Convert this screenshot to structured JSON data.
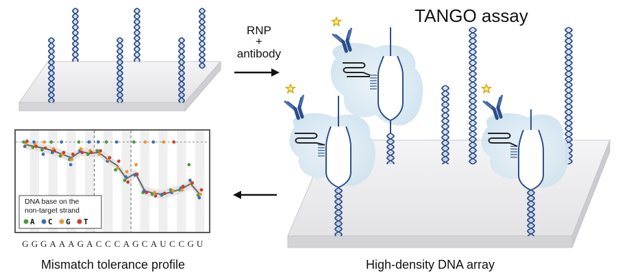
{
  "title": "TANGO assay",
  "step_label": {
    "line1": "RNP",
    "line2": "+",
    "line3": "antibody"
  },
  "caption_left": "Mismatch tolerance profile",
  "caption_right": "High-density DNA array",
  "legend": {
    "title_line1": "DNA base on the",
    "title_line2": "non-target strand",
    "items": [
      {
        "key": "A",
        "color": "#4a9a3a"
      },
      {
        "key": "C",
        "color": "#3a6fb5"
      },
      {
        "key": "G",
        "color": "#f0902a"
      },
      {
        "key": "T",
        "color": "#d03a2a"
      }
    ]
  },
  "sequence": [
    "G",
    "G",
    "G",
    "A",
    "A",
    "A",
    "G",
    "A",
    "C",
    "C",
    "C",
    "A",
    "G",
    "C",
    "A",
    "U",
    "C",
    "C",
    "G",
    "U"
  ],
  "colors": {
    "dna": "#2c4f8c",
    "antibody": "#2c4f8c",
    "rnp_blob": "#d7e7f1",
    "slide": "#e8e8ea",
    "star": "#f1c40f"
  },
  "chart_data": {
    "type": "scatter",
    "title": "",
    "xlabel": "",
    "ylabel": "",
    "x_categories": [
      "G",
      "G",
      "G",
      "A",
      "A",
      "A",
      "G",
      "A",
      "C",
      "C",
      "C",
      "A",
      "G",
      "C",
      "A",
      "U",
      "C",
      "C",
      "G",
      "U"
    ],
    "ylim": [
      0,
      1.1
    ],
    "reference_level": 1.0,
    "grid": "alternating-vertical-bands",
    "dashed_vertical_lines_after_position": [
      8,
      12
    ],
    "mean_line": [
      0.97,
      0.95,
      0.93,
      0.9,
      0.86,
      0.82,
      0.89,
      0.87,
      0.88,
      0.8,
      0.73,
      0.58,
      0.64,
      0.44,
      0.41,
      0.4,
      0.43,
      0.46,
      0.52,
      0.4
    ],
    "series": [
      {
        "name": "A",
        "values": [
          1.0,
          0.94,
          0.91,
          1.0,
          0.84,
          0.8,
          1.0,
          0.86,
          0.9,
          1.0,
          0.68,
          0.56,
          1.0,
          0.42,
          0.4,
          0.39,
          0.45,
          0.45,
          0.74,
          0.39
        ]
      },
      {
        "name": "C",
        "values": [
          0.95,
          1.0,
          0.86,
          0.88,
          1.0,
          0.74,
          0.9,
          1.0,
          1.0,
          0.78,
          1.0,
          0.6,
          0.62,
          0.44,
          1.0,
          0.4,
          0.42,
          0.47,
          0.56,
          0.36
        ]
      },
      {
        "name": "G",
        "values": [
          0.98,
          0.97,
          1.0,
          0.92,
          0.86,
          0.8,
          0.92,
          0.9,
          0.86,
          0.8,
          0.7,
          0.66,
          0.74,
          1.0,
          0.42,
          1.0,
          0.44,
          0.45,
          0.53,
          0.4
        ]
      },
      {
        "name": "T",
        "values": [
          1.01,
          0.95,
          0.93,
          0.9,
          0.88,
          0.86,
          0.88,
          0.88,
          0.9,
          0.82,
          0.78,
          0.54,
          0.63,
          0.42,
          0.38,
          0.41,
          1.0,
          0.49,
          0.53,
          0.45
        ]
      }
    ]
  }
}
